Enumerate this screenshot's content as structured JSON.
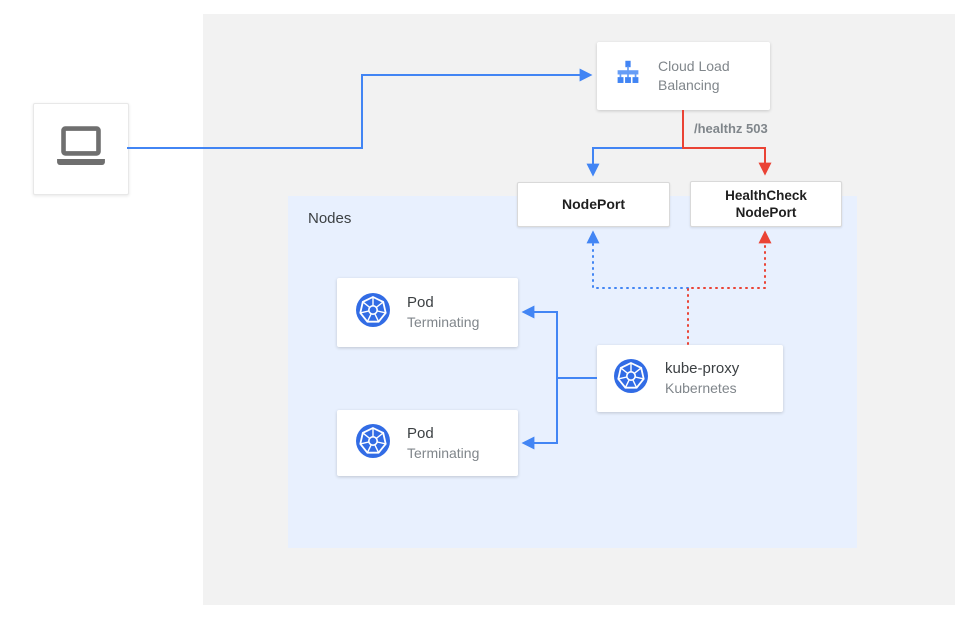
{
  "labels": {
    "nodes_panel": "Nodes",
    "healthz": "/healthz 503"
  },
  "cards": {
    "cloud_load_balancing": {
      "line1": "Cloud Load",
      "line2": "Balancing"
    },
    "nodeport": {
      "label": "NodePort"
    },
    "healthcheck_nodeport": {
      "line1": "HealthCheck",
      "line2": "NodePort"
    },
    "kube_proxy": {
      "title": "kube-proxy",
      "subtitle": "Kubernetes"
    },
    "pods": [
      {
        "title": "Pod",
        "subtitle": "Terminating"
      },
      {
        "title": "Pod",
        "subtitle": "Terminating"
      }
    ]
  },
  "icons": {
    "laptop": "laptop-icon",
    "load_balancer": "cloud-load-balancing-icon",
    "kubernetes": "kubernetes-icon"
  },
  "colors": {
    "blue": "#4285f4",
    "red": "#ea4335",
    "kubernetes_blue": "#326ce5",
    "outer_panel_bg": "#f2f2f2",
    "nodes_panel_bg": "#e8f0fe",
    "text_dark": "#1f1f1f",
    "text_gray": "#80868b",
    "laptop_gray": "#6f6f6f"
  }
}
